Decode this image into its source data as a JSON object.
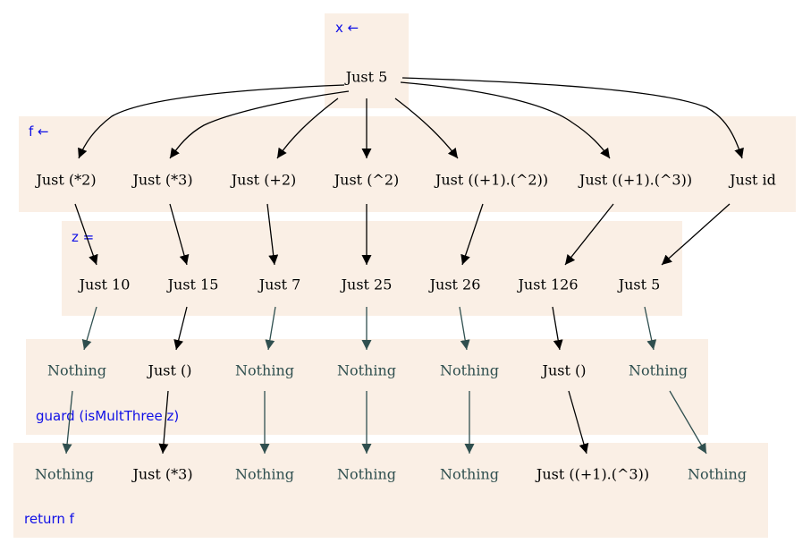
{
  "colors": {
    "band_fill": "#faefe5",
    "band_label": "#1010e6",
    "edge_just": "#000000",
    "edge_nothing": "#2f4f4f"
  },
  "bands": {
    "x": {
      "label": "x ←"
    },
    "f": {
      "label": "f ←"
    },
    "z": {
      "label": "z ="
    },
    "guard": {
      "label": "guard (isMultThree z)"
    },
    "ret": {
      "label": "return f"
    }
  },
  "nodes": {
    "x": [
      "Just 5"
    ],
    "f": [
      "Just (*2)",
      "Just (*3)",
      "Just (+2)",
      "Just (^2)",
      "Just ((+1).(^2))",
      "Just ((+1).(^3))",
      "Just id"
    ],
    "z": [
      "Just 10",
      "Just 15",
      "Just 7",
      "Just 25",
      "Just 26",
      "Just 126",
      "Just 5"
    ],
    "guard": [
      "Nothing",
      "Just ()",
      "Nothing",
      "Nothing",
      "Nothing",
      "Just ()",
      "Nothing"
    ],
    "ret": [
      "Nothing",
      "Just (*3)",
      "Nothing",
      "Nothing",
      "Nothing",
      "Just ((+1).(^3))",
      "Nothing"
    ]
  }
}
